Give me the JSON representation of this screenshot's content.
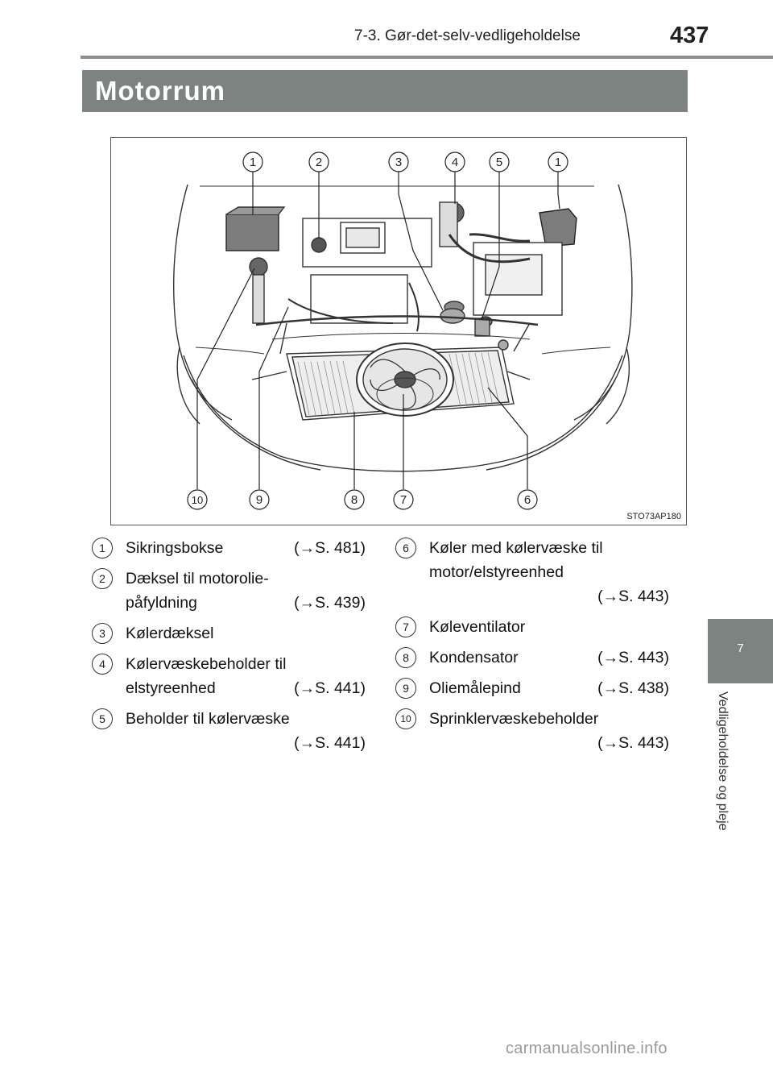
{
  "header": {
    "chapter": "7-3. Gør-det-selv-vedligeholdelse",
    "page_number": "437"
  },
  "section": {
    "title": "Motorrum"
  },
  "side_tab": {
    "number": "7",
    "label": "Vedligeholdelse og pleje"
  },
  "figure": {
    "code": "STO73AP180",
    "top_callouts": [
      "1",
      "2",
      "3",
      "4",
      "5",
      "1"
    ],
    "bottom_callouts": [
      "10",
      "9",
      "8",
      "7",
      "6"
    ]
  },
  "legend_left": [
    {
      "num": "1",
      "lines": [
        "Sikringsbokse"
      ],
      "ref": "(→S. 481)"
    },
    {
      "num": "2",
      "lines": [
        "Dæksel til motorolie-",
        "påfyldning"
      ],
      "ref": "(→S. 439)"
    },
    {
      "num": "3",
      "lines": [
        "Kølerdæksel"
      ],
      "ref": ""
    },
    {
      "num": "4",
      "lines": [
        "Kølervæskebeholder til",
        "elstyreenhed"
      ],
      "ref": "(→S. 441)"
    },
    {
      "num": "5",
      "lines": [
        "Beholder til kølervæske",
        ""
      ],
      "ref": "(→S. 441)"
    }
  ],
  "legend_right": [
    {
      "num": "6",
      "lines": [
        "Køler med kølervæske til",
        "motor/elstyreenhed",
        ""
      ],
      "ref": "(→S. 443)"
    },
    {
      "num": "7",
      "lines": [
        "Køleventilator"
      ],
      "ref": ""
    },
    {
      "num": "8",
      "lines": [
        "Kondensator"
      ],
      "ref": "(→S. 443)"
    },
    {
      "num": "9",
      "lines": [
        "Oliemålepind"
      ],
      "ref": "(→S. 438)"
    },
    {
      "num": "10",
      "lines": [
        "Sprinklervæskebeholder",
        ""
      ],
      "ref": "(→S. 443)"
    }
  ],
  "watermark": "carmanualsonline.info"
}
